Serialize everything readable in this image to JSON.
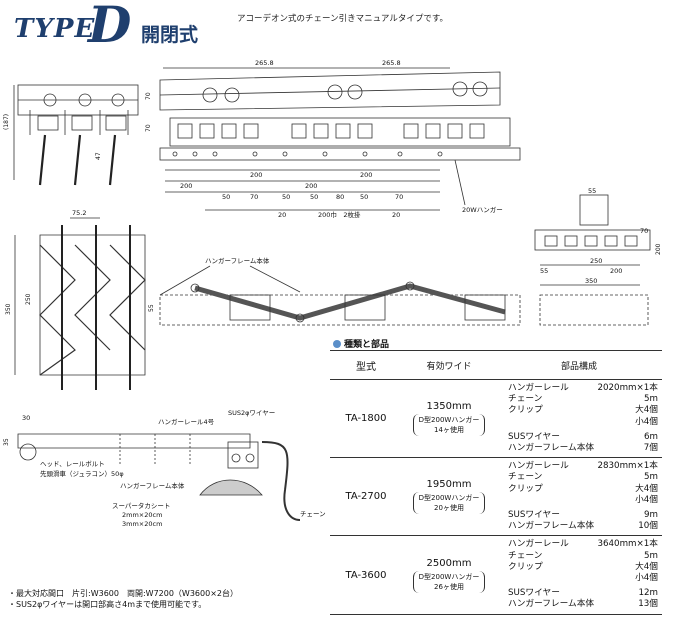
{
  "title": {
    "type_word": "TYPE",
    "type_letter": "D",
    "kind": "開閉式",
    "subtitle": "アコーデオン式のチェーン引きマニュアルタイプです。"
  },
  "drawing_labels": {
    "dim_265_left": "265.8",
    "dim_265_right": "265.8",
    "dim_70a": "70",
    "dim_70b": "70",
    "dim_187": "(187)",
    "dim_47": "47",
    "dim_200": "200",
    "dim_50": "50",
    "dim_70": "70",
    "dim_80": "80",
    "dim_20": "20",
    "pitch_label": "200巾　2枚掛",
    "hanger_20w": "20Wハンガー",
    "dim_75_2": "75.2",
    "dim_350": "350",
    "dim_250": "250",
    "dim_55": "55",
    "hanger_frame_top": "ハンガーフレーム本体",
    "dim_55_right": "55",
    "dim_70_right": "70",
    "dim_200_right": "200",
    "dim_250_right": "250",
    "dim_350_right": "350",
    "dim_30": "30",
    "dim_35": "35",
    "sus_wire": "SUS2φワイヤー",
    "hanger_rail_4": "ハンガーレール4号",
    "head_bolt": "ヘッド、レールボルト",
    "pulley": "先頭滑車（ジュラコン）50φ",
    "hanger_frame_bottom": "ハンガーフレーム本体",
    "super_tac_title": "スーパータカシート",
    "super_tac_1": "2mm×20cm",
    "super_tac_2": "3mm×20cm",
    "chain": "チェーン"
  },
  "parts_section": {
    "heading": "種類と部品",
    "headers": {
      "model": "型式",
      "width": "有効ワイド",
      "parts": "部品構成"
    },
    "rows": [
      {
        "model": "TA-1800",
        "width": "1350mm",
        "note_1": "D型200Wハンガー",
        "note_2": "14ヶ使用",
        "parts": [
          {
            "name": "ハンガーレール",
            "value": "2020mm×1本"
          },
          {
            "name": "チェーン",
            "value": "5m"
          },
          {
            "name": "クリップ",
            "value": "大4個"
          },
          {
            "name": "",
            "value": "小4個"
          },
          {
            "name": "SUSワイヤー",
            "value": "6m"
          },
          {
            "name": "ハンガーフレーム本体",
            "value": "7個"
          }
        ]
      },
      {
        "model": "TA-2700",
        "width": "1950mm",
        "note_1": "D型200Wハンガー",
        "note_2": "20ヶ使用",
        "parts": [
          {
            "name": "ハンガーレール",
            "value": "2830mm×1本"
          },
          {
            "name": "チェーン",
            "value": "5m"
          },
          {
            "name": "クリップ",
            "value": "大4個"
          },
          {
            "name": "",
            "value": "小4個"
          },
          {
            "name": "SUSワイヤー",
            "value": "9m"
          },
          {
            "name": "ハンガーフレーム本体",
            "value": "10個"
          }
        ]
      },
      {
        "model": "TA-3600",
        "width": "2500mm",
        "note_1": "D型200Wハンガー",
        "note_2": "26ヶ使用",
        "parts": [
          {
            "name": "ハンガーレール",
            "value": "3640mm×1本"
          },
          {
            "name": "チェーン",
            "value": "5m"
          },
          {
            "name": "クリップ",
            "value": "大4個"
          },
          {
            "name": "",
            "value": "小4個"
          },
          {
            "name": "SUSワイヤー",
            "value": "12m"
          },
          {
            "name": "ハンガーフレーム本体",
            "value": "13個"
          }
        ]
      }
    ]
  },
  "footnotes": [
    "・最大対応間口　片引:W3600　両開:W7200（W3600×2台）",
    "・SUS2φワイヤーは開口部高さ4mまで使用可能です。"
  ],
  "colors": {
    "title": "#1f3f6e",
    "bullet": "#5b8fc9",
    "line": "#333333"
  }
}
